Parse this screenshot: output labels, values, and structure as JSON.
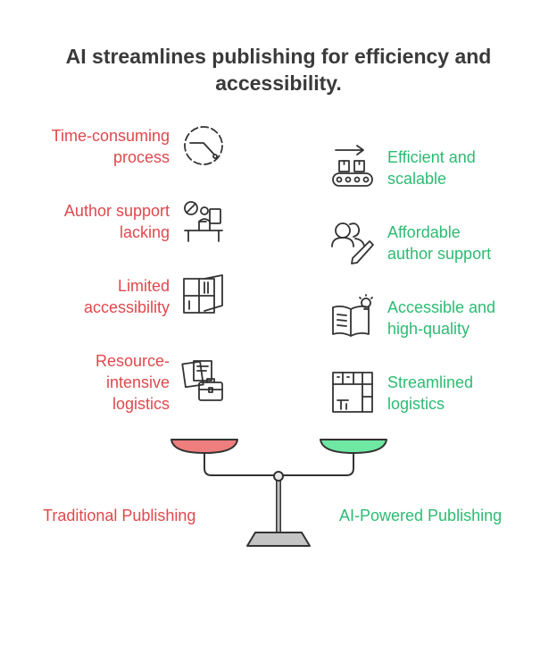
{
  "title": {
    "line1": "AI streamlines publishing for efficiency and",
    "line2": "accessibility."
  },
  "traditional": {
    "label": "Traditional Publishing",
    "color": "#e0484d",
    "items": [
      {
        "line1": "Time-consuming",
        "line2": "process",
        "icon": "clock-timer-icon"
      },
      {
        "line1": "Author support",
        "line2": "lacking",
        "icon": "blocked-author-icon"
      },
      {
        "line1": "Limited",
        "line2": "accessibility",
        "icon": "closed-bookshelf-icon"
      },
      {
        "line1": "Resource-",
        "line2": "intensive",
        "line3": "logistics",
        "icon": "documents-briefcase-icon"
      }
    ]
  },
  "ai": {
    "label": "AI-Powered Publishing",
    "color": "#2dbb73",
    "items": [
      {
        "line1": "Efficient and",
        "line2": "scalable",
        "icon": "conveyor-belt-icon"
      },
      {
        "line1": "Affordable",
        "line2": "author support",
        "icon": "users-pencil-icon"
      },
      {
        "line1": "Accessible and",
        "line2": "high-quality",
        "icon": "book-lightbulb-icon"
      },
      {
        "line1": "Streamlined",
        "line2": "logistics",
        "icon": "floor-plan-icon"
      }
    ]
  }
}
